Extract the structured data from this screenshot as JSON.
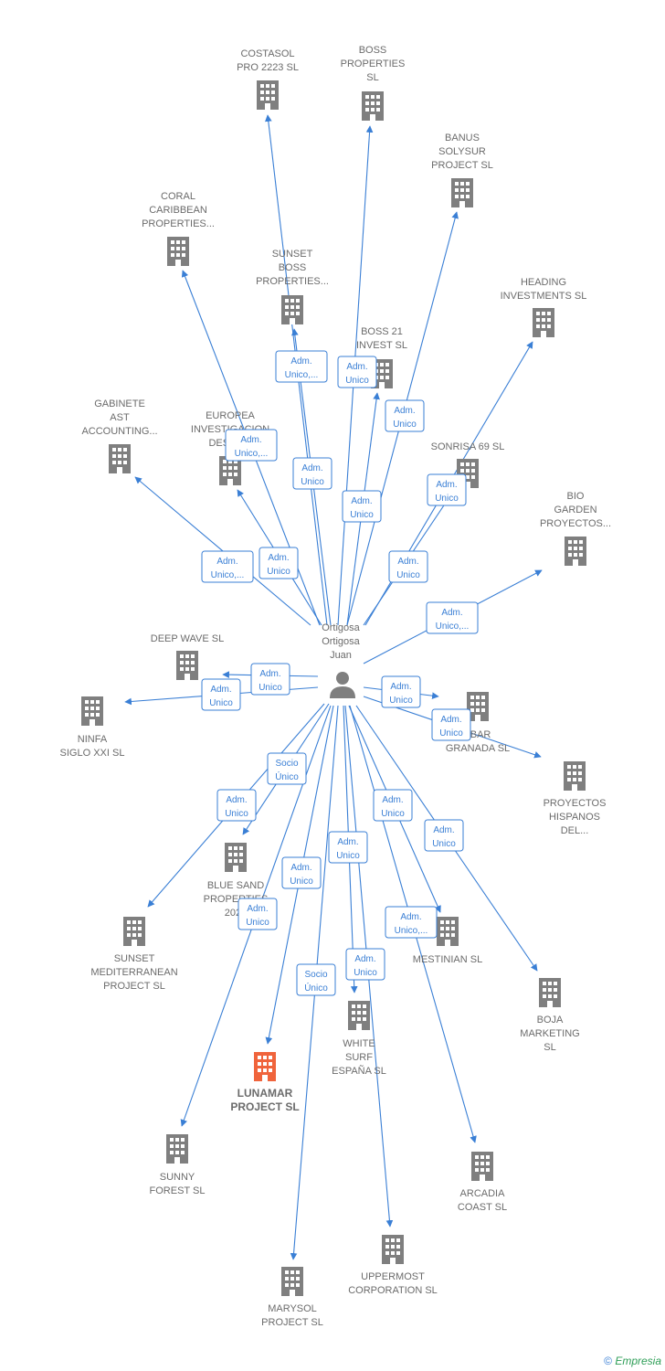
{
  "colors": {
    "edge": "#3a7fd5",
    "building": "#7f7f7f",
    "highlight": "#f0643c",
    "label": "#6b6b6b"
  },
  "center": {
    "label_lines": [
      "Ortigosa",
      "Ortigosa",
      "Juan"
    ],
    "icon": "person-icon"
  },
  "companies": [
    {
      "id": "costasol",
      "lines": [
        "COSTASOL",
        "PRO 2223  SL"
      ]
    },
    {
      "id": "boss-properties",
      "lines": [
        "BOSS",
        "PROPERTIES",
        "SL"
      ]
    },
    {
      "id": "banus",
      "lines": [
        "BANUS",
        "SOLYSUR",
        "PROJECT  SL"
      ]
    },
    {
      "id": "coral",
      "lines": [
        "CORAL",
        "CARIBBEAN",
        "PROPERTIES..."
      ]
    },
    {
      "id": "sunset-boss",
      "lines": [
        "SUNSET",
        "BOSS",
        "PROPERTIES..."
      ]
    },
    {
      "id": "heading",
      "lines": [
        "HEADING",
        "INVESTMENTS SL"
      ]
    },
    {
      "id": "boss21",
      "lines": [
        "BOSS 21",
        "INVEST  SL"
      ]
    },
    {
      "id": "gabinete",
      "lines": [
        "GABINETE",
        "AST",
        "ACCOUNTING..."
      ]
    },
    {
      "id": "europea",
      "lines": [
        "EUROPEA",
        "INVESTIGACION",
        "DESAR..."
      ]
    },
    {
      "id": "sonrisa",
      "lines": [
        "SONRISA 69 SL"
      ]
    },
    {
      "id": "bio-garden",
      "lines": [
        "BIO",
        "GARDEN",
        "PROYECTOS..."
      ]
    },
    {
      "id": "deep-wave",
      "lines": [
        "DEEP WAVE SL"
      ]
    },
    {
      "id": "ninfa",
      "lines": [
        "NINFA",
        "SIGLO XXI SL"
      ]
    },
    {
      "id": "albar",
      "lines": [
        "LBAR",
        "GRANADA  SL"
      ]
    },
    {
      "id": "proyectos-hispanos",
      "lines": [
        "PROYECTOS",
        "HISPANOS",
        "DEL..."
      ]
    },
    {
      "id": "blue-sand",
      "lines": [
        "BLUE SAND",
        "PROPERTIES",
        "2020"
      ]
    },
    {
      "id": "sunset-med",
      "lines": [
        "SUNSET",
        "MEDITERRANEAN",
        "PROJECT  SL"
      ]
    },
    {
      "id": "mestinian",
      "lines": [
        "MESTINIAN SL"
      ]
    },
    {
      "id": "boja",
      "lines": [
        "BOJA",
        "MARKETING",
        "SL"
      ]
    },
    {
      "id": "white-surf",
      "lines": [
        "WHITE",
        "SURF",
        "ESPAÑA SL"
      ]
    },
    {
      "id": "lunamar",
      "lines": [
        "LUNAMAR",
        "PROJECT  SL"
      ],
      "highlight": true
    },
    {
      "id": "sunny-forest",
      "lines": [
        "SUNNY",
        "FOREST SL"
      ]
    },
    {
      "id": "arcadia",
      "lines": [
        "ARCADIA",
        "COAST SL"
      ]
    },
    {
      "id": "uppermost",
      "lines": [
        "UPPERMOST",
        "CORPORATION SL"
      ]
    },
    {
      "id": "marysol",
      "lines": [
        "MARYSOL",
        "PROJECT  SL"
      ]
    }
  ],
  "badges": [
    {
      "id": "b-sunset-boss",
      "lines": [
        "Adm.",
        "Unico,..."
      ]
    },
    {
      "id": "b-boss21",
      "lines": [
        "Adm.",
        "Unico"
      ]
    },
    {
      "id": "b-banus",
      "lines": [
        "Adm.",
        "Unico"
      ]
    },
    {
      "id": "b-europea",
      "lines": [
        "Adm.",
        "Unico,..."
      ]
    },
    {
      "id": "b-costasol",
      "lines": [
        "Adm.",
        "Unico"
      ]
    },
    {
      "id": "b-sonrisa",
      "lines": [
        "Adm.",
        "Unico"
      ]
    },
    {
      "id": "b-boss-properties",
      "lines": [
        "Adm.",
        "Unico"
      ]
    },
    {
      "id": "b-gabinete",
      "lines": [
        "Adm.",
        "Unico,..."
      ]
    },
    {
      "id": "b-coral",
      "lines": [
        "Adm.",
        "Unico"
      ]
    },
    {
      "id": "b-heading",
      "lines": [
        "Adm.",
        "Unico"
      ]
    },
    {
      "id": "b-bio",
      "lines": [
        "Adm.",
        "Unico,..."
      ]
    },
    {
      "id": "b-deep-wave",
      "lines": [
        "Adm.",
        "Unico"
      ]
    },
    {
      "id": "b-ninfa",
      "lines": [
        "Adm.",
        "Unico"
      ]
    },
    {
      "id": "b-albar",
      "lines": [
        "Adm.",
        "Unico"
      ]
    },
    {
      "id": "b-proyectos",
      "lines": [
        "Adm.",
        "Unico"
      ]
    },
    {
      "id": "b-blue-sand",
      "lines": [
        "Socio",
        "Único"
      ]
    },
    {
      "id": "b-sunset-med",
      "lines": [
        "Adm.",
        "Unico"
      ]
    },
    {
      "id": "b-mestinian",
      "lines": [
        "Adm.",
        "Unico"
      ]
    },
    {
      "id": "b-boja",
      "lines": [
        "Adm.",
        "Unico"
      ]
    },
    {
      "id": "b-lunamar",
      "lines": [
        "Adm.",
        "Unico"
      ]
    },
    {
      "id": "b-white-surf",
      "lines": [
        "Adm.",
        "Unico"
      ]
    },
    {
      "id": "b-arcadia",
      "lines": [
        "Adm.",
        "Unico,..."
      ]
    },
    {
      "id": "b-sunny",
      "lines": [
        "Adm.",
        "Unico"
      ]
    },
    {
      "id": "b-uppermost",
      "lines": [
        "Adm.",
        "Unico"
      ]
    },
    {
      "id": "b-marysol",
      "lines": [
        "Socio",
        "Único"
      ]
    }
  ],
  "footer": {
    "copyright_symbol": "©",
    "brand": "Empresia"
  }
}
